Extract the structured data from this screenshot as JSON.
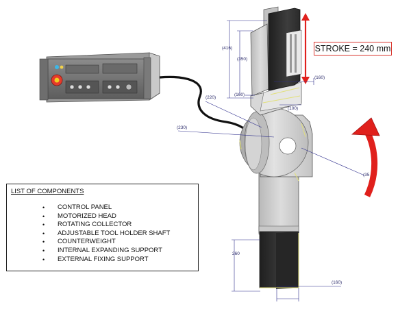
{
  "stroke_label": "STROKE = 240 mm",
  "dimensions": {
    "d416": "(416)",
    "d350": "(350)",
    "d160_top": "(160)",
    "d160_left": "(160)",
    "d100": "(100)",
    "d220": "(220)",
    "d230": "(230)",
    "d35": "(35",
    "d260": "260",
    "d160_bottom": "(160)"
  },
  "components": {
    "title": "LIST OF COMPONENTS",
    "items": [
      "CONTROL PANEL",
      "MOTORIZED HEAD",
      "ROTATING COLLECTOR",
      "ADJUSTABLE TOOL HOLDER SHAFT",
      "COUNTERWEIGHT",
      "INTERNAL EXPANDING SUPPORT",
      "EXTERNAL FIXING SUPPORT"
    ]
  },
  "colors": {
    "arrow_red": "#e0201c",
    "dimension_blue": "#2d2d8c",
    "body_gray": "#cfcfcf",
    "dark_block": "#2e2e2e"
  }
}
